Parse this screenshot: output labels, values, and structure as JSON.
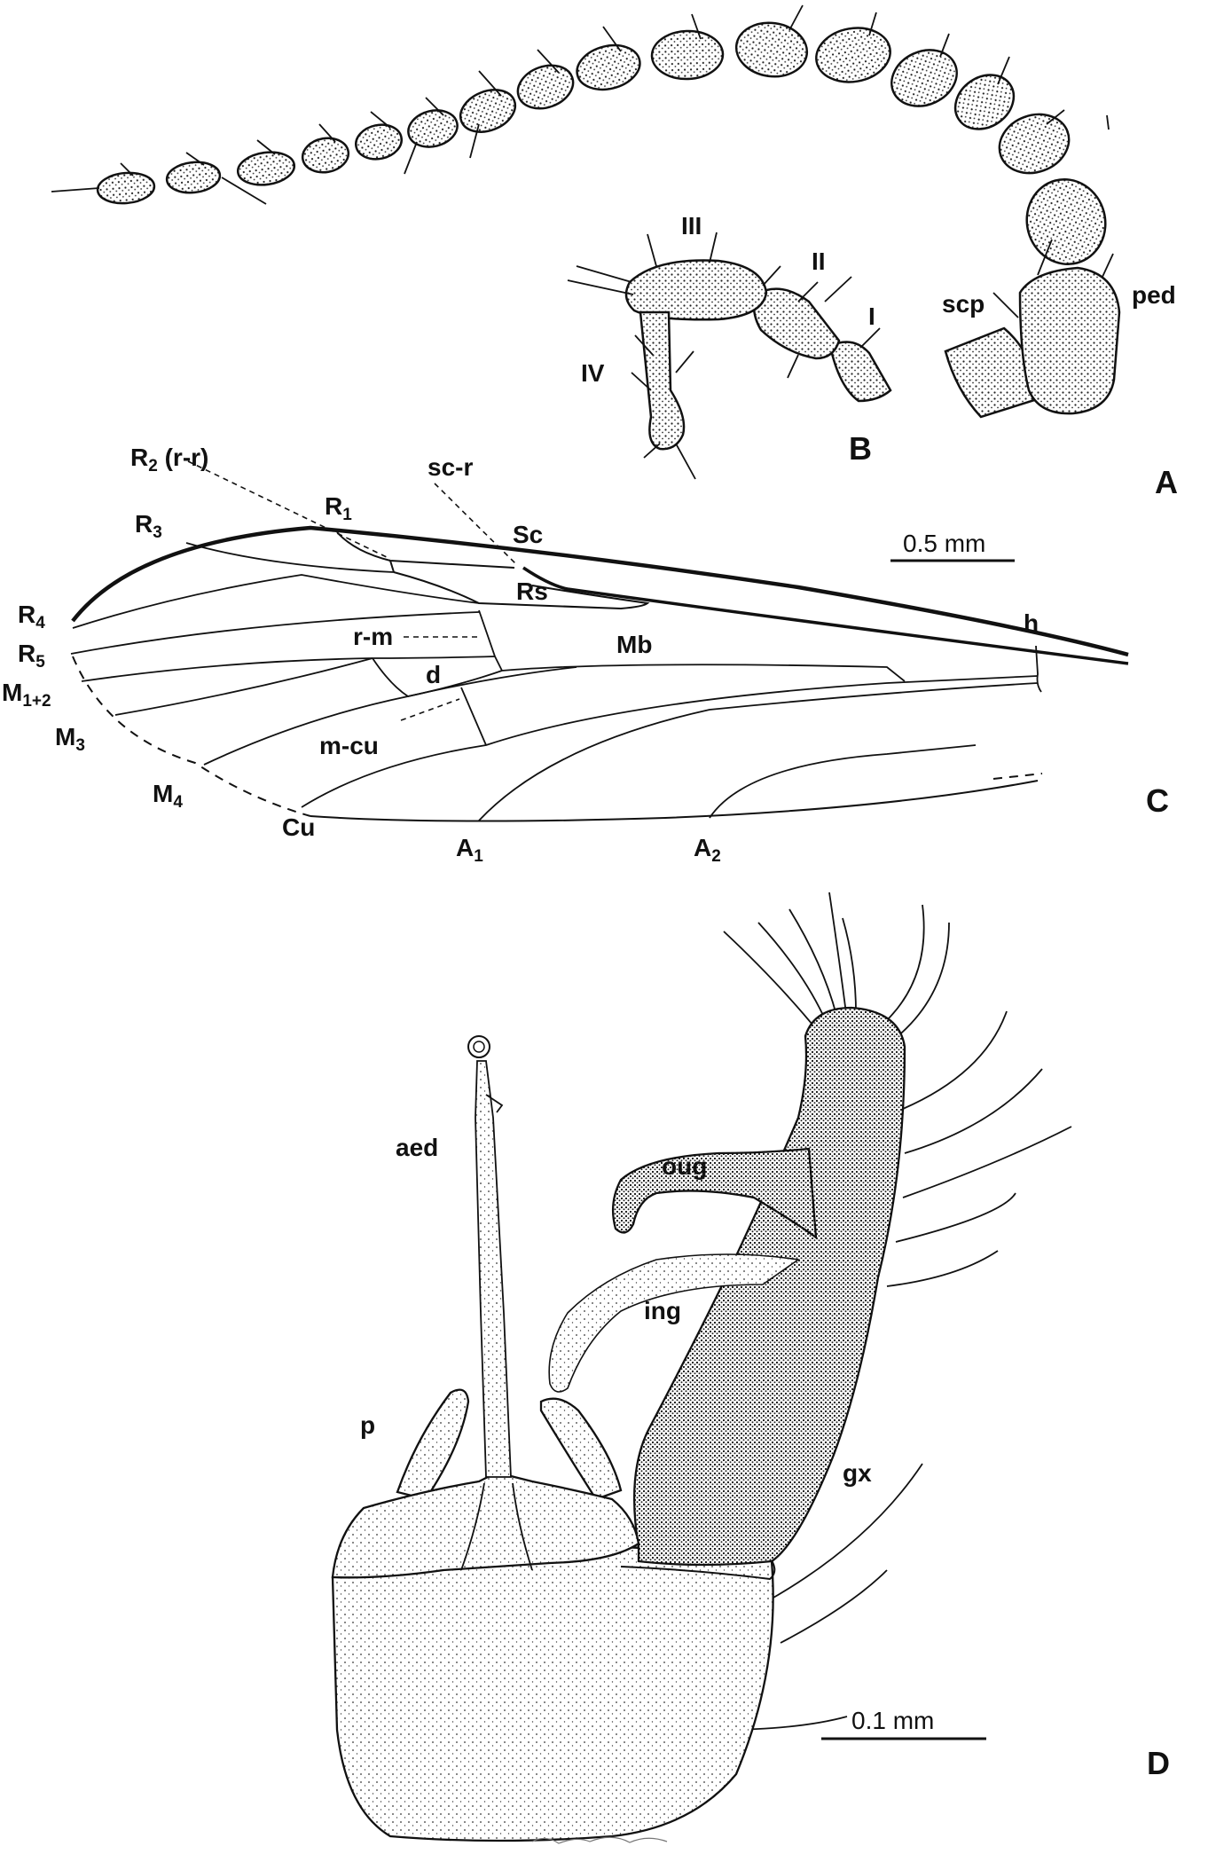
{
  "panels": {
    "a": "A",
    "b": "B",
    "c": "C",
    "d": "D"
  },
  "antenna_a": {
    "scape": "scp",
    "pedicel": "ped"
  },
  "antenna_b": {
    "seg1": "I",
    "seg2": "II",
    "seg3": "III",
    "seg4": "IV"
  },
  "wing": {
    "r2": "R",
    "r2_sub": "2",
    "r2_extra": " (r-r)",
    "r1": "R",
    "r1_sub": "1",
    "r3": "R",
    "r3_sub": "3",
    "r4": "R",
    "r4_sub": "4",
    "r5": "R",
    "r5_sub": "5",
    "m12": "M",
    "m12_sub": "1+2",
    "m3": "M",
    "m3_sub": "3",
    "m4": "M",
    "m4_sub": "4",
    "cu": "Cu",
    "a1": "A",
    "a1_sub": "1",
    "a2": "A",
    "a2_sub": "2",
    "scr": "sc-r",
    "sc": "Sc",
    "rs": "Rs",
    "rm": "r-m",
    "d": "d",
    "mb": "Mb",
    "mcu": "m-cu",
    "h": "h",
    "scale": "0.5 mm"
  },
  "genitalia": {
    "aed": "aed",
    "oug": "oug",
    "ing": "ing",
    "p": "p",
    "gx": "gx",
    "scale": "0.1 mm"
  }
}
